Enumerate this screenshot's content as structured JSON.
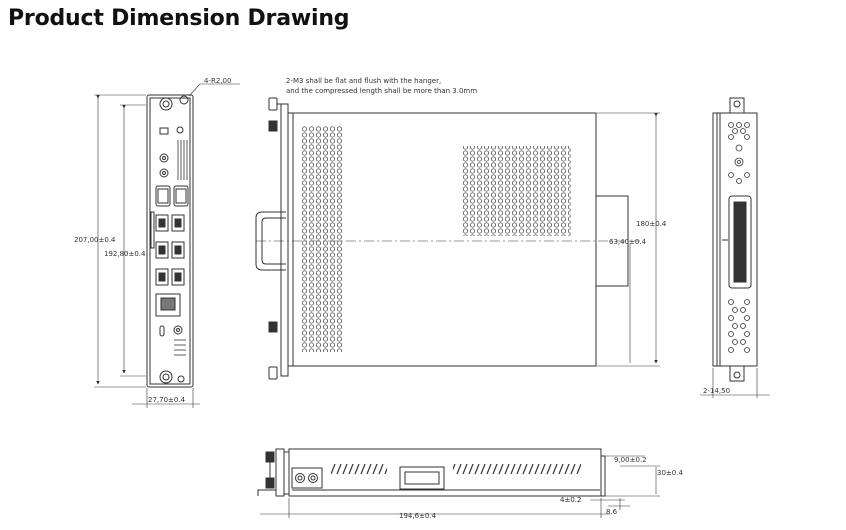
{
  "title": "Product Dimension Drawing",
  "views": {
    "front": {
      "corner_radius_label": "4-R2,00",
      "height_outer_label": "207,00±0.4",
      "height_inner_label": "192,80±0.4",
      "width_label": "27,70±0.4"
    },
    "top": {
      "note_line1": "2-M3 shall be flat and flush with the hanger,",
      "note_line2": "and the compressed length shall be more than 3.0mm",
      "height_label": "180±0.4",
      "offset_label": "63,40±0.4"
    },
    "side": {
      "width_label": "2-14,50"
    },
    "bottom": {
      "length_label": "194,6±0.4",
      "dim_a_label": "9,00±0.2",
      "dim_b_label": "30±0.4",
      "dim_c_label": "4±0.2",
      "dim_d_label": "8.6"
    }
  }
}
